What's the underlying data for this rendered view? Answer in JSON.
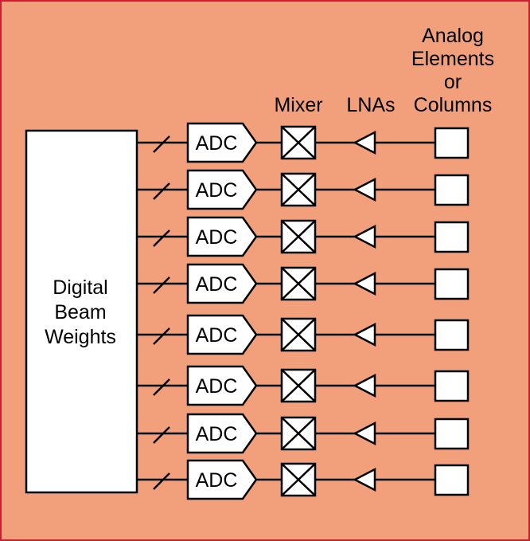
{
  "colors": {
    "background": "#F2A07C",
    "border": "#C8202F",
    "stroke": "#000000",
    "box_fill": "#FFFFFF"
  },
  "header": {
    "analog_line1": "Analog",
    "analog_line2": "Elements",
    "analog_line3": "or",
    "analog_line4": "Columns",
    "mixer": "Mixer",
    "lnas": "LNAs"
  },
  "beam_block": {
    "line1": "Digital",
    "line2": "Beam",
    "line3": "Weights"
  },
  "channels": [
    {
      "adc_label": "ADC"
    },
    {
      "adc_label": "ADC"
    },
    {
      "adc_label": "ADC"
    },
    {
      "adc_label": "ADC"
    },
    {
      "adc_label": "ADC"
    },
    {
      "adc_label": "ADC"
    },
    {
      "adc_label": "ADC"
    },
    {
      "adc_label": "ADC"
    }
  ],
  "icons": {
    "mixer": "mixer-icon",
    "lna": "lna-triangle-icon",
    "element": "analog-element-icon",
    "bus_slash": "bus-slash-icon"
  }
}
